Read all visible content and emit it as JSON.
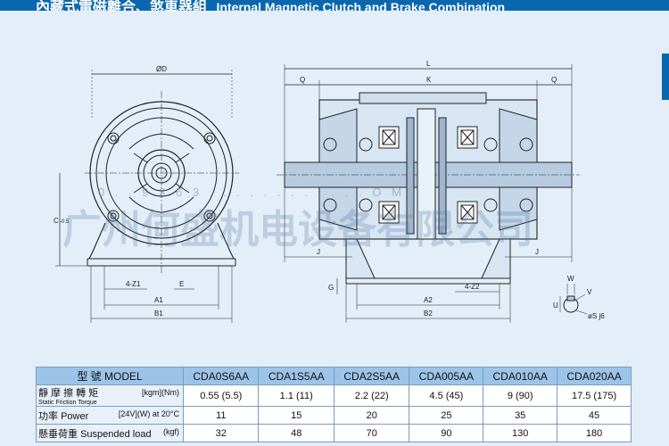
{
  "header": {
    "title_zh": "內藏式電磁離合、煞車器組",
    "title_en": "Internal Magnetic Clutch and Brake Combination"
  },
  "drawing_labels": {
    "diameter": "ØD",
    "c": "C",
    "c_tol": "-0.5",
    "c_tol2": "0",
    "z1": "4-Z1",
    "e": "E",
    "a1": "A1",
    "b1": "B1",
    "l": "L",
    "q_left": "Q",
    "k": "K",
    "q_right": "Q",
    "j_left": "J",
    "j_right": "J",
    "g": "G",
    "z2": "4-Z2",
    "a2": "A2",
    "b2": "B2",
    "w": "W",
    "v": "V",
    "u": "U",
    "s": "øS j6"
  },
  "watermark": {
    "company": "广州何盛机电设备有限公司",
    "phone": "0 . . 9 3 6 3 . . . . . . . . . . . . O M"
  },
  "table": {
    "model_label_zh": "型 號",
    "model_label_en": "MODEL",
    "models": [
      "CDA0S6AA",
      "CDA1S5AA",
      "CDA2S5AA",
      "CDA005AA",
      "CDA010AA",
      "CDA020AA"
    ],
    "rows": [
      {
        "label_zh": "靜 摩 擦 轉 矩",
        "label_en": "Static Friction Torque",
        "unit": "[kgm](Nm)",
        "values": [
          "0.55 (5.5)",
          "1.1 (11)",
          "2.2 (22)",
          "4.5 (45)",
          "9 (90)",
          "17.5 (175)"
        ]
      },
      {
        "label_zh": "功率",
        "label_en": "Power",
        "unit": "[24V](W) at 20°C",
        "values": [
          "11",
          "15",
          "20",
          "25",
          "35",
          "45"
        ]
      },
      {
        "label_zh": "懸垂荷重",
        "label_en": "Suspended load",
        "unit": "(kgf)",
        "values": [
          "32",
          "48",
          "70",
          "90",
          "130",
          "180"
        ]
      }
    ]
  },
  "colors": {
    "header_blue": "#0b67ad",
    "page_bg": "#e3eef8",
    "table_head": "#9cc4e8"
  }
}
